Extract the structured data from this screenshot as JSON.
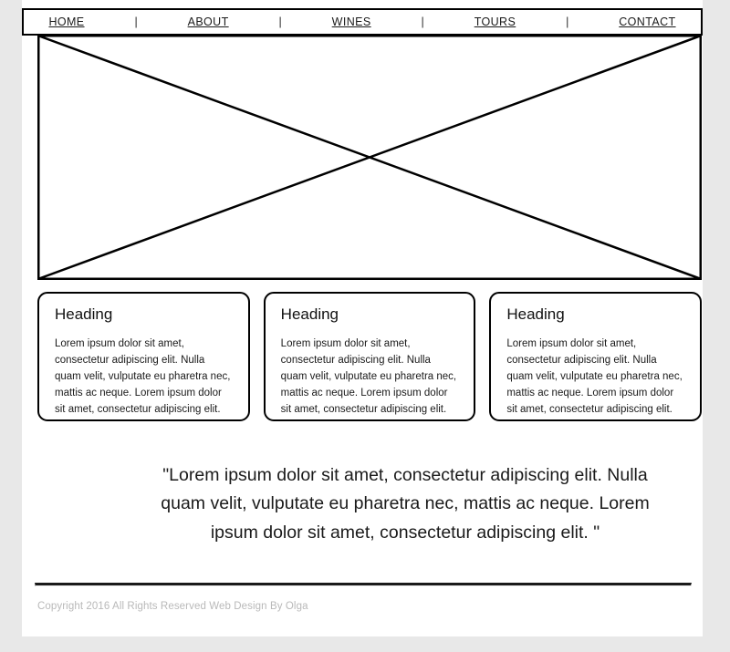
{
  "page": {
    "background_color": "#e8e8e8",
    "canvas_color": "#ffffff"
  },
  "nav": {
    "separator": "|",
    "items": [
      {
        "label": "HOME"
      },
      {
        "label": "ABOUT"
      },
      {
        "label": "WINES"
      },
      {
        "label": "TOURS"
      },
      {
        "label": "CONTACT"
      }
    ]
  },
  "hero": {
    "placeholder_name": "image-placeholder-crossed-box",
    "stroke_color": "#000000"
  },
  "cards": [
    {
      "heading": "Heading",
      "body": "Lorem ipsum dolor sit amet, consectetur adipiscing elit. Nulla quam velit, vulputate eu pharetra nec, mattis ac neque. Lorem ipsum dolor sit amet, consectetur adipiscing elit."
    },
    {
      "heading": "Heading",
      "body": "Lorem ipsum dolor sit amet, consectetur adipiscing elit. Nulla quam velit, vulputate eu pharetra nec, mattis ac neque. Lorem ipsum dolor sit amet, consectetur adipiscing elit."
    },
    {
      "heading": "Heading",
      "body": "Lorem ipsum dolor sit amet, consectetur adipiscing elit. Nulla quam velit, vulputate eu pharetra nec, mattis ac neque. Lorem ipsum dolor sit amet, consectetur adipiscing elit."
    }
  ],
  "quote": {
    "text": "\"Lorem ipsum dolor sit amet, consectetur adipiscing elit. Nulla quam velit, vulputate eu pharetra nec, mattis ac neque. Lorem ipsum dolor sit amet, consectetur adipiscing elit. \""
  },
  "footer": {
    "copyright": "Copyright 2016 All Rights Reserved Web Design By Olga",
    "text_color": "#b9b9b9"
  }
}
